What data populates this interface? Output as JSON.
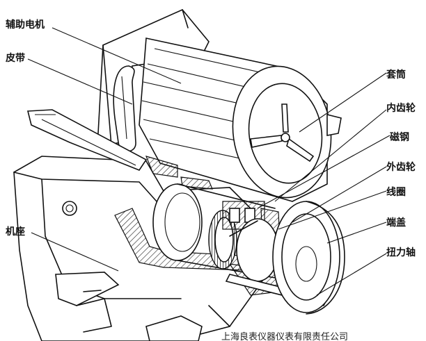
{
  "labels": {
    "aux_motor": "辅助电机",
    "belt": "皮带",
    "base": "机座",
    "sleeve": "套筒",
    "inner_gear": "内齿轮",
    "magnetic_steel": "磁钢",
    "outer_gear": "外齿轮",
    "coil": "线圈",
    "end_cover": "端盖",
    "torque_shaft": "扭力轴"
  },
  "watermark": "上海良表仪器仪表有限责任公司"
}
